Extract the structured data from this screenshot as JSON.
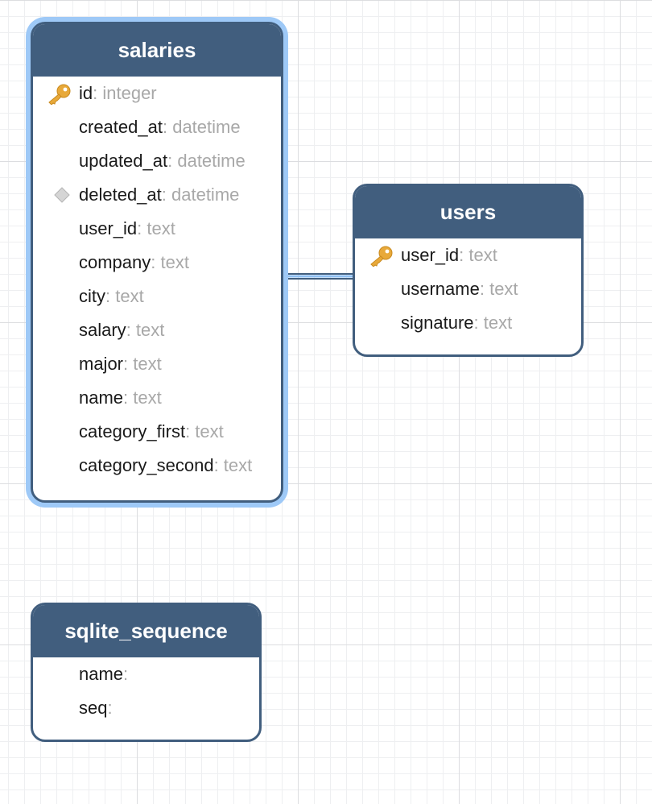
{
  "tables": {
    "salaries": {
      "name": "salaries",
      "columns": [
        {
          "name": "id",
          "sep": ":",
          "type": " integer",
          "icon": "primary-key-icon"
        },
        {
          "name": "created_at",
          "sep": ":",
          "type": " datetime",
          "icon": ""
        },
        {
          "name": "updated_at",
          "sep": ":",
          "type": " datetime",
          "icon": ""
        },
        {
          "name": "deleted_at",
          "sep": ":",
          "type": " datetime",
          "icon": "nullable-diamond-icon"
        },
        {
          "name": "user_id",
          "sep": ":",
          "type": " text",
          "icon": ""
        },
        {
          "name": "company",
          "sep": ":",
          "type": " text",
          "icon": ""
        },
        {
          "name": "city",
          "sep": ":",
          "type": " text",
          "icon": ""
        },
        {
          "name": "salary",
          "sep": ":",
          "type": " text",
          "icon": ""
        },
        {
          "name": "major",
          "sep": ":",
          "type": " text",
          "icon": ""
        },
        {
          "name": "name",
          "sep": ":",
          "type": " text",
          "icon": ""
        },
        {
          "name": "category_first",
          "sep": ":",
          "type": " text",
          "icon": ""
        },
        {
          "name": "category_second",
          "sep": ":",
          "type": " text",
          "icon": ""
        }
      ]
    },
    "users": {
      "name": "users",
      "columns": [
        {
          "name": "user_id",
          "sep": ":",
          "type": " text",
          "icon": "primary-key-icon"
        },
        {
          "name": "username",
          "sep": ":",
          "type": " text",
          "icon": ""
        },
        {
          "name": "signature",
          "sep": ":",
          "type": " text",
          "icon": ""
        }
      ]
    },
    "sqlite_sequence": {
      "name": "sqlite_sequence",
      "columns": [
        {
          "name": "name",
          "sep": ":",
          "type": "",
          "icon": ""
        },
        {
          "name": "seq",
          "sep": ":",
          "type": "",
          "icon": ""
        }
      ]
    }
  },
  "colors": {
    "header": "#415e7e",
    "selection_glow": "#9ec9f7",
    "type_text": "#a8a8a8",
    "connector": "#415e7e"
  }
}
